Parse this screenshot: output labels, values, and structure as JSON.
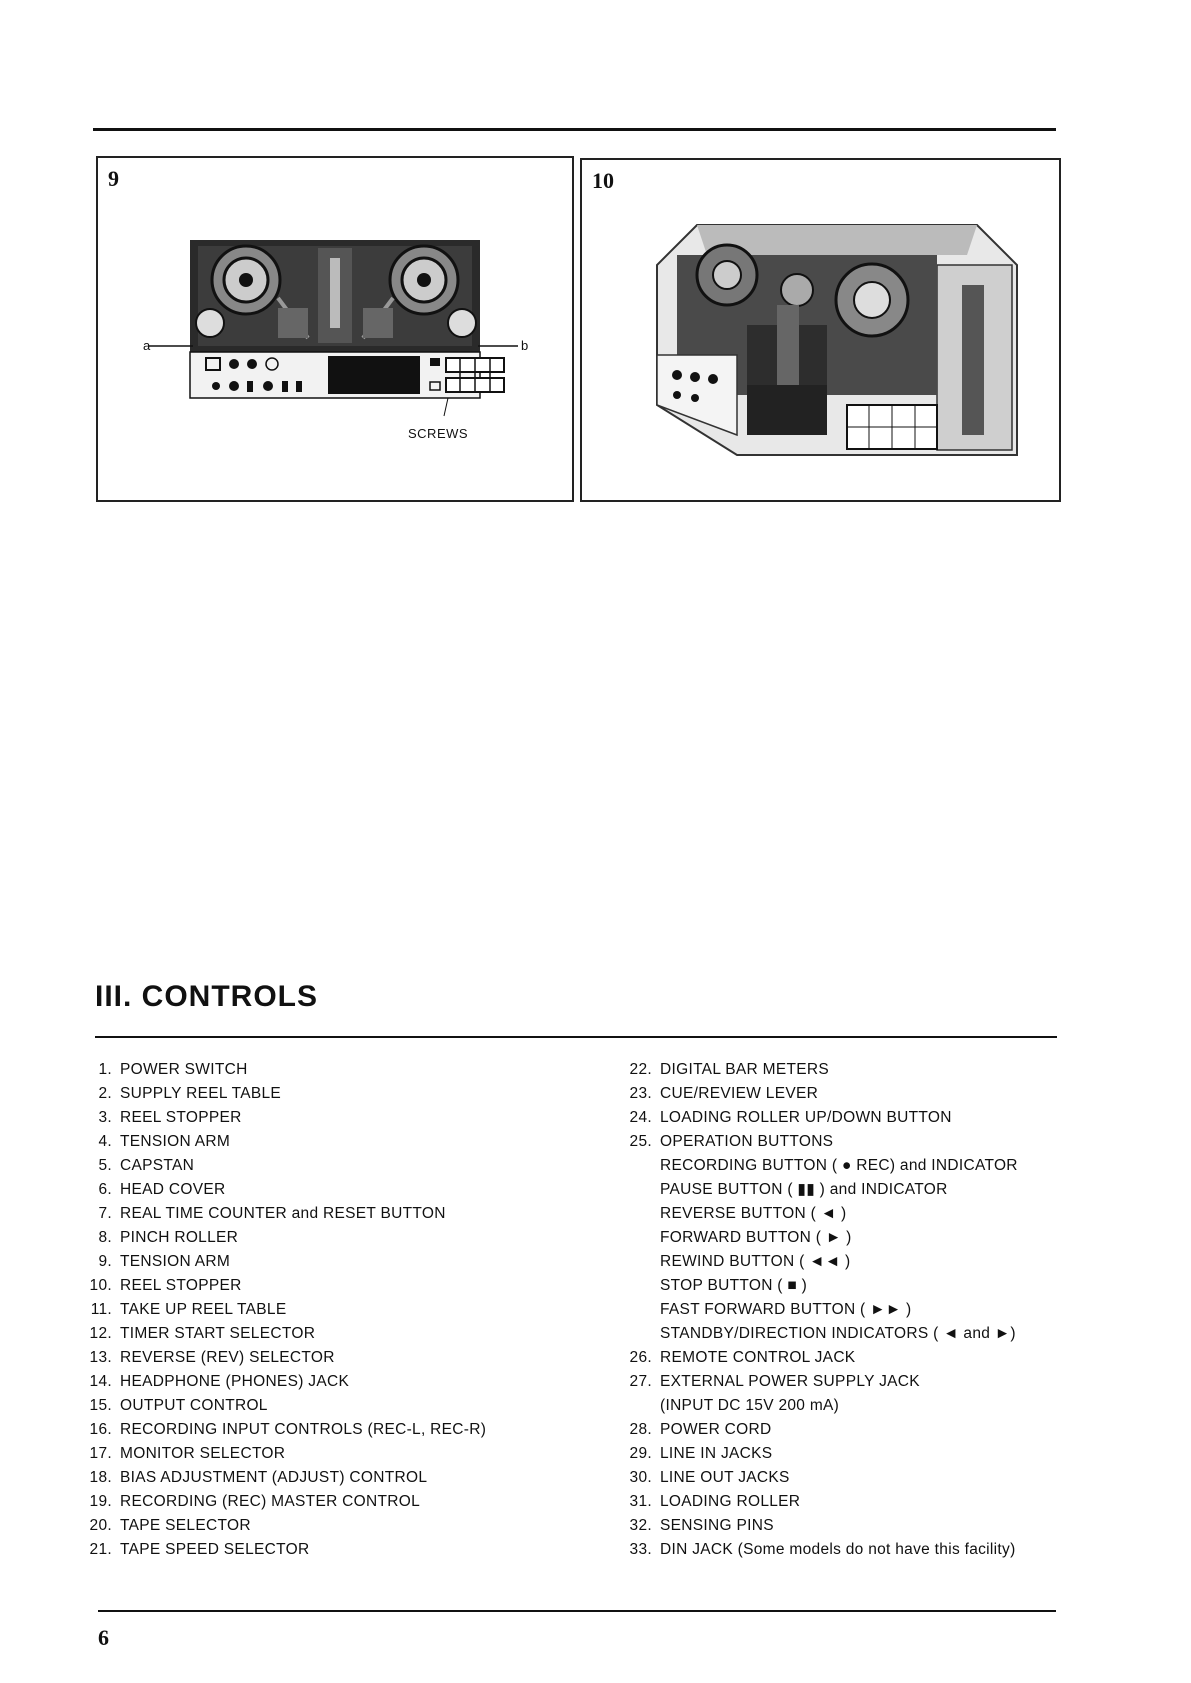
{
  "figures": [
    {
      "number": "9",
      "caption": "SCREWS",
      "marker_a": "a",
      "marker_b": "b"
    },
    {
      "number": "10"
    }
  ],
  "section": {
    "title": "III. CONTROLS"
  },
  "controls_left": [
    {
      "n": "1.",
      "label": "POWER SWITCH"
    },
    {
      "n": "2.",
      "label": "SUPPLY REEL TABLE"
    },
    {
      "n": "3.",
      "label": "REEL STOPPER"
    },
    {
      "n": "4.",
      "label": "TENSION ARM"
    },
    {
      "n": "5.",
      "label": "CAPSTAN"
    },
    {
      "n": "6.",
      "label": "HEAD COVER"
    },
    {
      "n": "7.",
      "label": "REAL TIME COUNTER and RESET BUTTON"
    },
    {
      "n": "8.",
      "label": "PINCH ROLLER"
    },
    {
      "n": "9.",
      "label": "TENSION ARM"
    },
    {
      "n": "10.",
      "label": "REEL STOPPER"
    },
    {
      "n": "11.",
      "label": "TAKE UP REEL TABLE"
    },
    {
      "n": "12.",
      "label": "TIMER START SELECTOR"
    },
    {
      "n": "13.",
      "label": "REVERSE (REV) SELECTOR"
    },
    {
      "n": "14.",
      "label": "HEADPHONE (PHONES) JACK"
    },
    {
      "n": "15.",
      "label": "OUTPUT CONTROL"
    },
    {
      "n": "16.",
      "label": "RECORDING INPUT CONTROLS (REC-L, REC-R)"
    },
    {
      "n": "17.",
      "label": "MONITOR SELECTOR"
    },
    {
      "n": "18.",
      "label": "BIAS ADJUSTMENT (ADJUST) CONTROL"
    },
    {
      "n": "19.",
      "label": "RECORDING (REC) MASTER CONTROL"
    },
    {
      "n": "20.",
      "label": "TAPE SELECTOR"
    },
    {
      "n": "21.",
      "label": "TAPE SPEED SELECTOR"
    }
  ],
  "controls_right": [
    {
      "n": "22.",
      "label": "DIGITAL BAR METERS"
    },
    {
      "n": "23.",
      "label": "CUE/REVIEW LEVER"
    },
    {
      "n": "24.",
      "label": "LOADING ROLLER UP/DOWN BUTTON"
    },
    {
      "n": "25.",
      "label": "OPERATION BUTTONS"
    },
    {
      "n": "",
      "label": "RECORDING BUTTON ( ● REC) and INDICATOR"
    },
    {
      "n": "",
      "label": "PAUSE BUTTON ( ▮▮ ) and INDICATOR"
    },
    {
      "n": "",
      "label": "REVERSE BUTTON ( ◄ )"
    },
    {
      "n": "",
      "label": "FORWARD BUTTON ( ► )"
    },
    {
      "n": "",
      "label": "REWIND BUTTON ( ◄◄ )"
    },
    {
      "n": "",
      "label": "STOP BUTTON ( ■ )"
    },
    {
      "n": "",
      "label": "FAST FORWARD BUTTON ( ►► )"
    },
    {
      "n": "",
      "label": "STANDBY/DIRECTION INDICATORS ( ◄ and ►)"
    },
    {
      "n": "26.",
      "label": "REMOTE CONTROL JACK"
    },
    {
      "n": "27.",
      "label": "EXTERNAL POWER SUPPLY JACK"
    },
    {
      "n": "",
      "label": "(INPUT DC 15V 200 mA)"
    },
    {
      "n": "28.",
      "label": "POWER CORD"
    },
    {
      "n": "29.",
      "label": "LINE IN JACKS"
    },
    {
      "n": "30.",
      "label": "LINE OUT JACKS"
    },
    {
      "n": "31.",
      "label": "LOADING ROLLER"
    },
    {
      "n": "32.",
      "label": "SENSING PINS"
    },
    {
      "n": "33.",
      "label": "DIN JACK (Some models do not have this facility)"
    }
  ],
  "page_number": "6"
}
